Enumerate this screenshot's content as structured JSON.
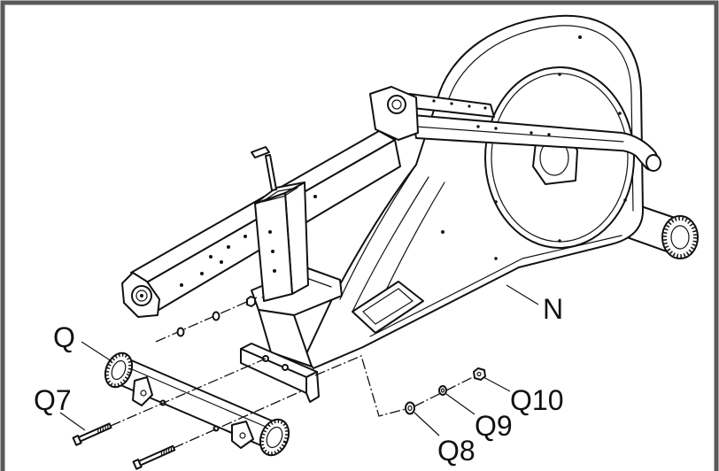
{
  "labels": {
    "n": "N",
    "q": "Q",
    "q7": "Q7",
    "q8": "Q8",
    "q9": "Q9",
    "q10": "Q10"
  },
  "colors": {
    "line": "#111111",
    "frame": "#5a5a5a",
    "background": "#ffffff"
  }
}
